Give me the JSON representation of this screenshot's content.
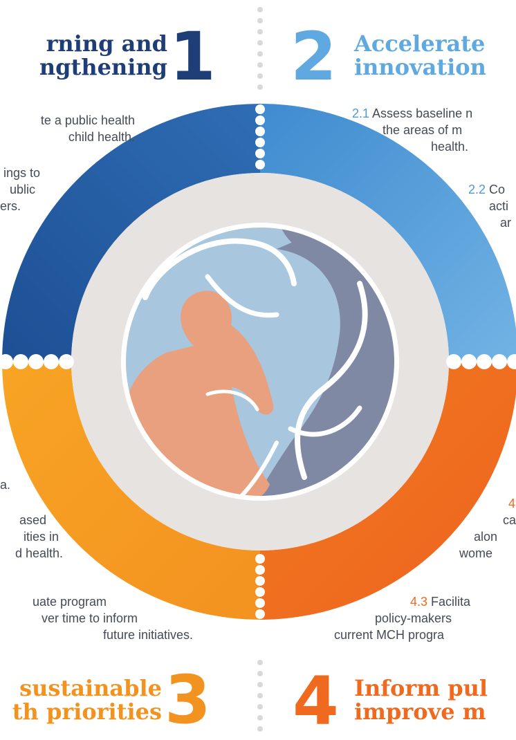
{
  "section1": {
    "number": "1",
    "heading_line1": "rning and",
    "heading_line2": "ngthening",
    "item_a_line1": "te a public health",
    "item_a_line2": "child health.",
    "item_b_line1": "ings to",
    "item_b_line2": "ublic",
    "item_b_line3": "ers."
  },
  "section2": {
    "number": "2",
    "heading_line1": "Accelerate",
    "heading_line2": "innovation",
    "item1_num": "2.1",
    "item1_line1": "Assess baseline n",
    "item1_line2": "the areas of m",
    "item1_line3": "health.",
    "item2_num": "2.2",
    "item2_line1": "Co",
    "item2_line2": "acti",
    "item2_line3": "ar"
  },
  "section3": {
    "number": "3",
    "heading_line1": "sustainable",
    "heading_line2": "th priorities",
    "item_a_line1": "a.",
    "item_b_line1": "ased",
    "item_b_line2": "ities in",
    "item_b_line3": "d health.",
    "item_c_line1": "uate program",
    "item_c_line2": "ver time to inform",
    "item_c_line3": "future initiatives."
  },
  "section4": {
    "number": "4",
    "heading_line1": "Inform pul",
    "heading_line2": "improve m",
    "item_a_num": "4",
    "item_a_line1": "ca",
    "item_a_line2": "alon",
    "item_a_line3": "wome",
    "item3_num": "4.3",
    "item3_line1": "Facilita",
    "item3_line2": "policy-makers",
    "item3_line3": "current MCH progra"
  },
  "colors": {
    "navy": "#1f3e78",
    "blue": "#2f6db4",
    "light_blue": "#6fb0e2",
    "orange": "#f7a022",
    "deep_orange": "#ef6a1f",
    "ring_grey": "#e6e3e1",
    "dot_grey": "#d9d9d9"
  },
  "icons": {
    "center": "mother-and-child-logo"
  }
}
